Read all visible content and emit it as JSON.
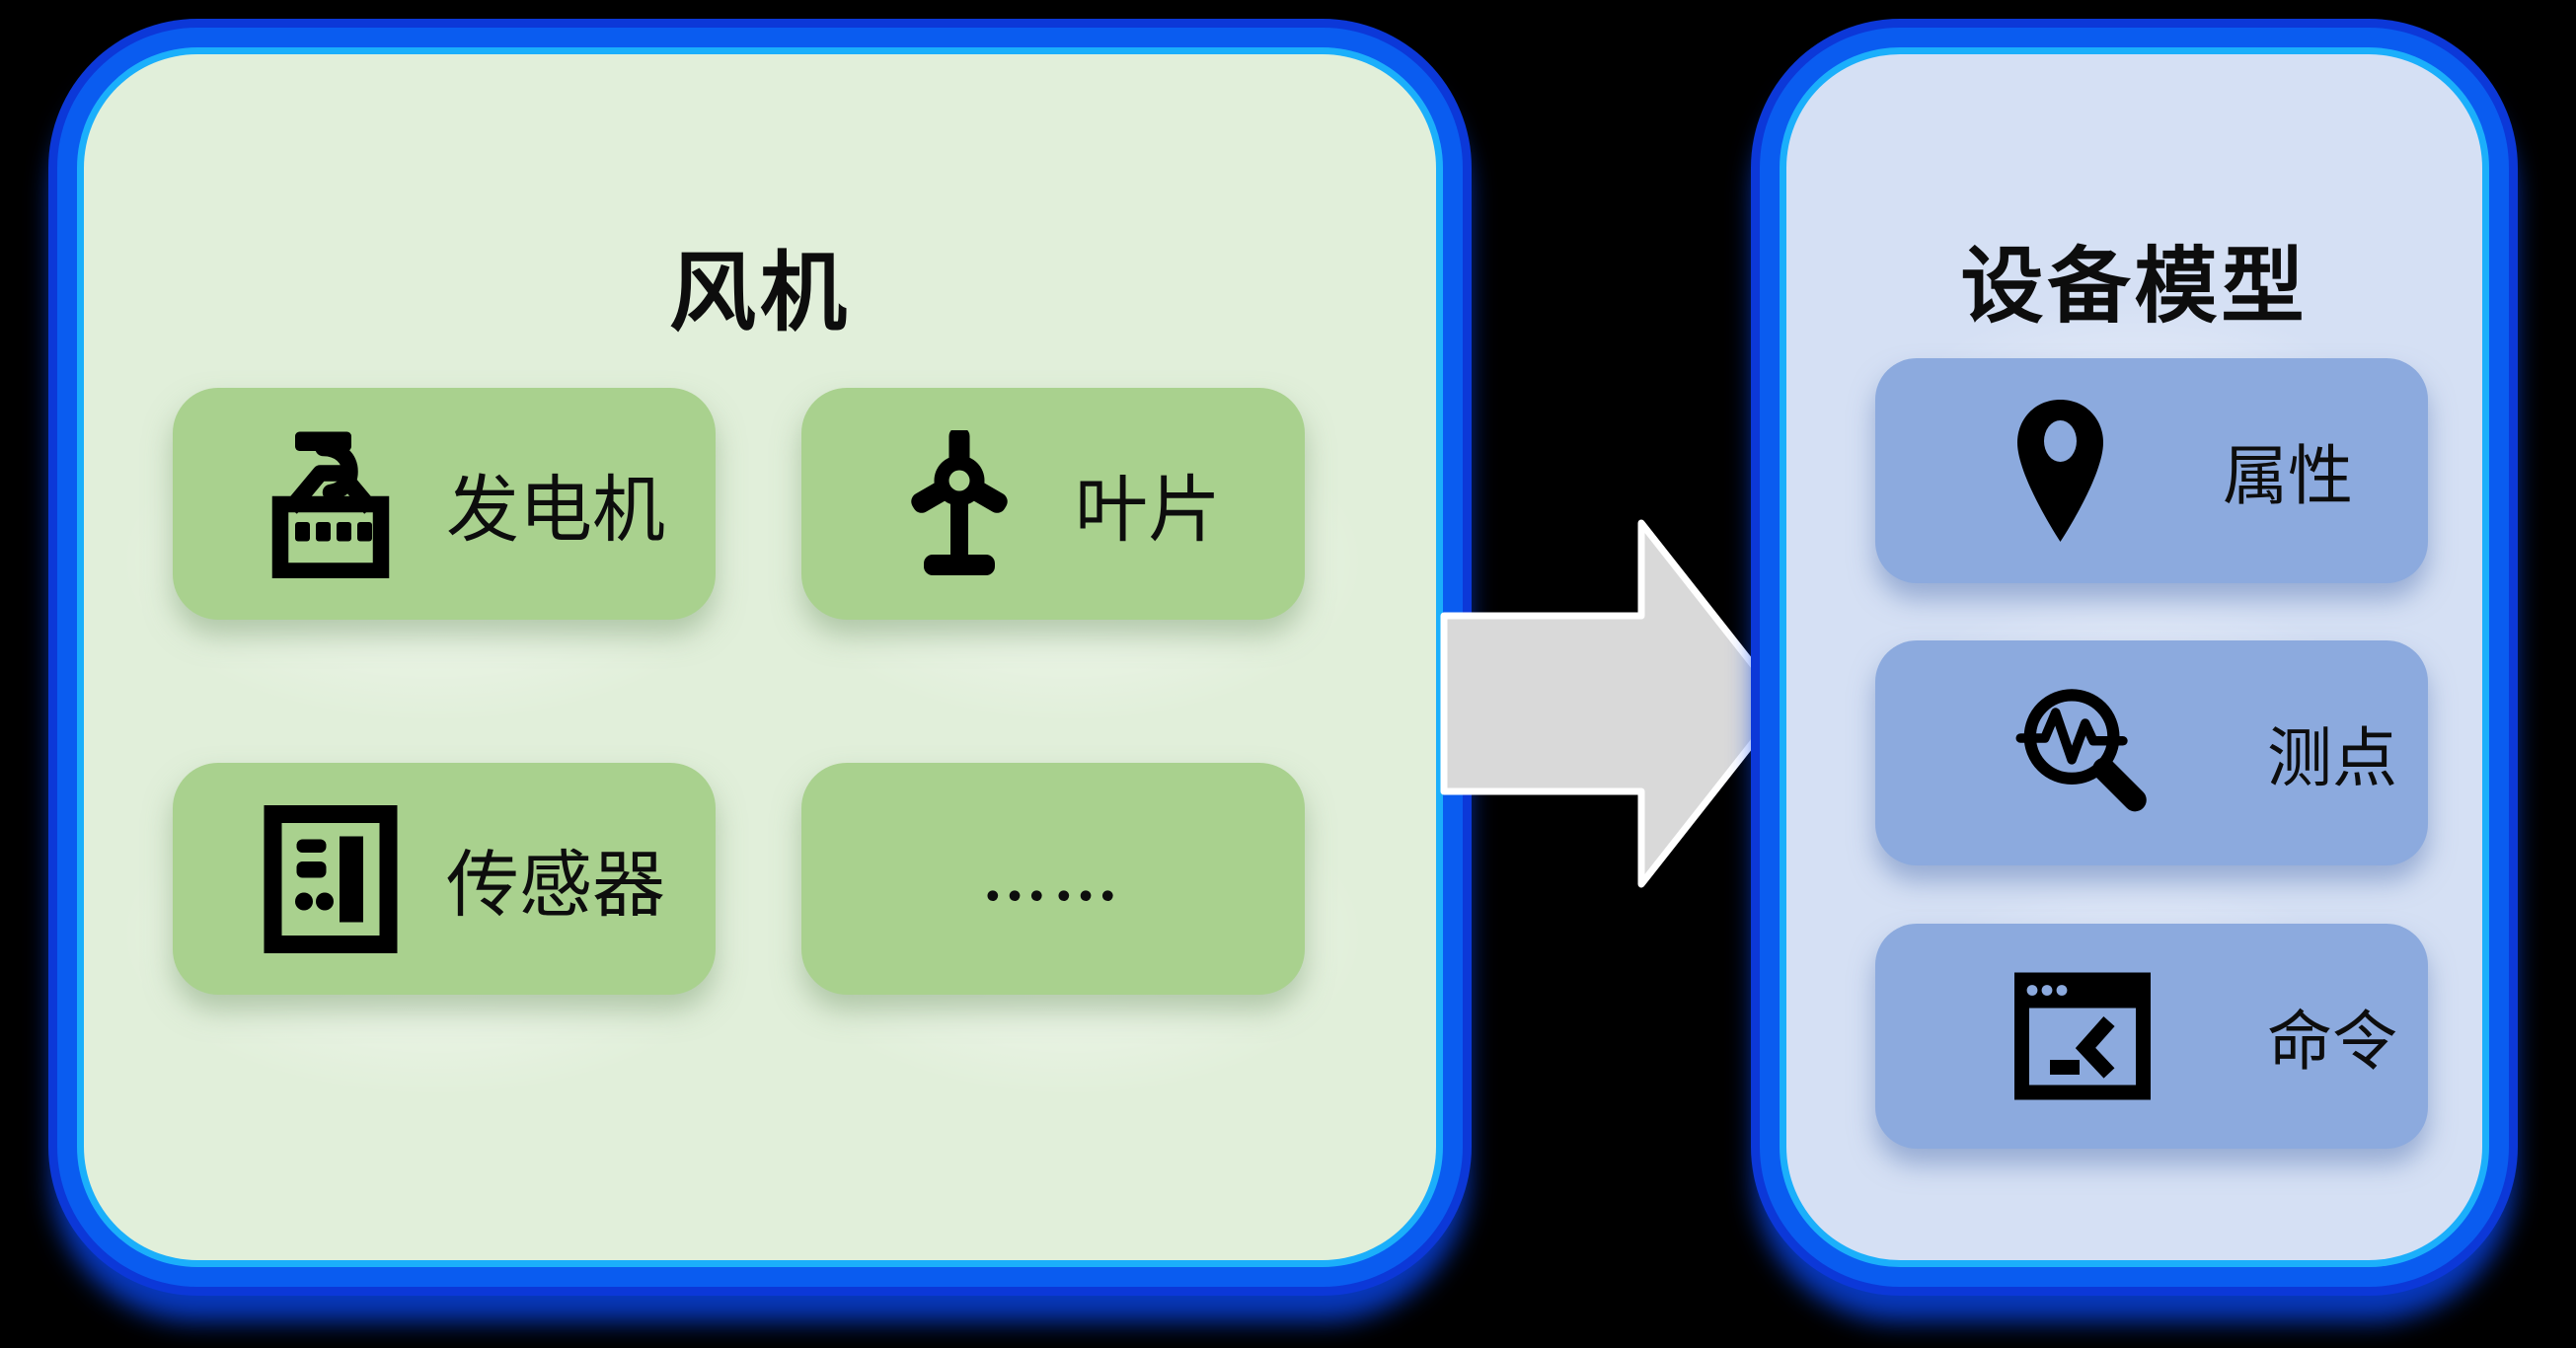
{
  "diagram": {
    "type": "mapping-diagram",
    "description": "Wind turbine components mapped to a device model"
  },
  "left_panel": {
    "title": "风机",
    "items": [
      {
        "label": "发电机",
        "icon": "crane-hook-icon"
      },
      {
        "label": "叶片",
        "icon": "wind-turbine-icon"
      },
      {
        "label": "传感器",
        "icon": "server-icon"
      },
      {
        "label": "……",
        "icon": null
      }
    ]
  },
  "arrow": {
    "direction": "right",
    "fill": "#d9d9d9",
    "stroke": "#ffffff"
  },
  "right_panel": {
    "title": "设备模型",
    "items": [
      {
        "label": "属性",
        "icon": "map-pin-icon"
      },
      {
        "label": "测点",
        "icon": "waveform-magnifier-icon"
      },
      {
        "label": "命令",
        "icon": "terminal-window-icon"
      }
    ]
  },
  "colors": {
    "background": "#000000",
    "left_panel_fill": "#e1efda",
    "left_item_fill": "#a9d18e",
    "right_panel_fill": "#d5e0f4",
    "right_item_fill": "#8caade",
    "panel_border_blue": "#0a5cf0",
    "panel_border_dark_blue": "#0c38d8",
    "panel_border_cyan": "#22cbff",
    "arrow_fill": "#d9d9d9",
    "arrow_stroke": "#ffffff",
    "icon_color": "#000000",
    "text_color": "#0d0d0d"
  }
}
